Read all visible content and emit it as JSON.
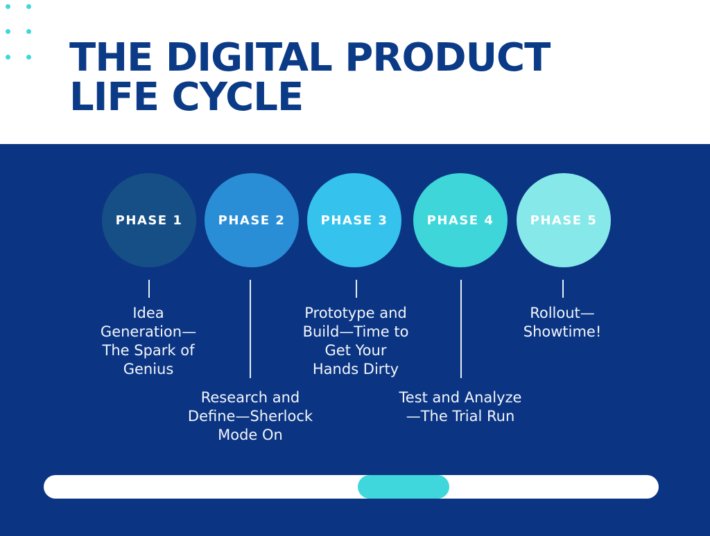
{
  "title": {
    "line1": "THE DIGITAL PRODUCT",
    "line2": "LIFE CYCLE"
  },
  "colors": {
    "title": "#0b3a86",
    "panel": "#0b3583",
    "accent_dots": "#3fd7dc",
    "scroll_thumb": "#3fd7dc",
    "scroll_track": "#ffffff"
  },
  "phases": [
    {
      "label": "PHASE 1",
      "color": "#164f86",
      "description": "Idea\nGeneration—\nThe Spark of\nGenius"
    },
    {
      "label": "PHASE 2",
      "color": "#2a8ed6",
      "description": "Research and\nDefine—Sherlock\nMode On"
    },
    {
      "label": "PHASE 3",
      "color": "#35c3ed",
      "description": "Prototype and\nBuild—Time to\nGet Your\nHands Dirty"
    },
    {
      "label": "PHASE 4",
      "color": "#3ed6d8",
      "description": "Test and Analyze\n—The Trial Run"
    },
    {
      "label": "PHASE 5",
      "color": "#86e8e8",
      "description": "Rollout—\nShowtime!"
    }
  ]
}
